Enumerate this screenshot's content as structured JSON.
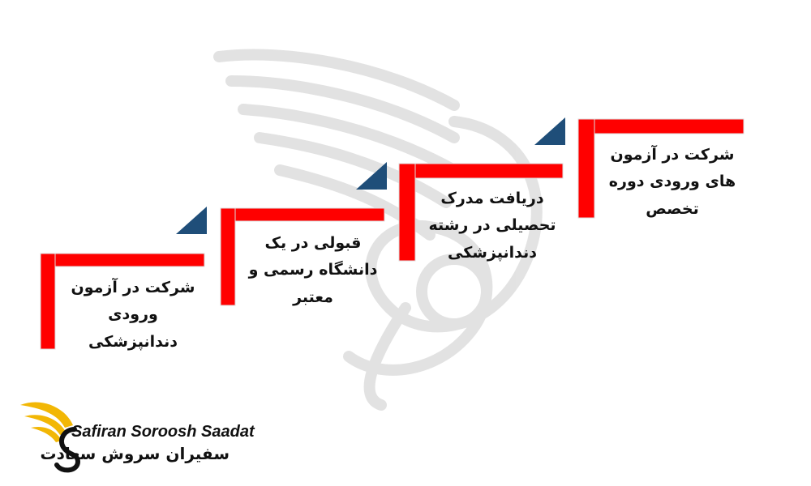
{
  "steps": [
    {
      "text": "شرکت در آزمون ورودی دندانپزشکی"
    },
    {
      "text": "قبولی در یک دانشگاه رسمی و معتبر"
    },
    {
      "text": "دریافت مدرک تحصیلی در رشته دندانپزشکی"
    },
    {
      "text": "شرکت در آزمون های ورودی دوره تخصص"
    }
  ],
  "logo": {
    "name_en": "Safiran Soroosh Saadat",
    "name_fa": "سفیران سروش سعادت"
  },
  "colors": {
    "accent": "#ff0000",
    "triangle": "#1f4e79",
    "logo_gold": "#f2b705"
  }
}
